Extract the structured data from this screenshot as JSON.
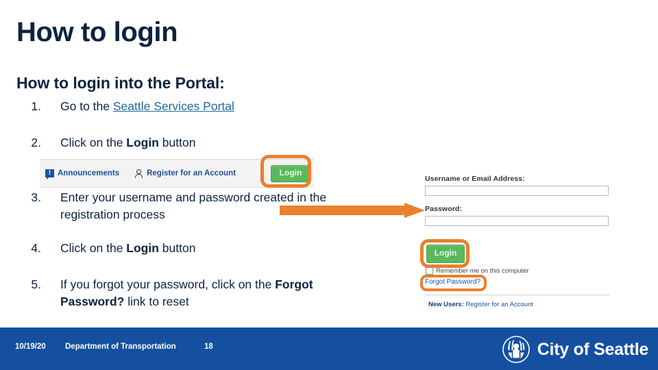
{
  "slide": {
    "title": "How to login",
    "body_heading": "How to login into the Portal:",
    "steps": [
      {
        "num": "1.",
        "pre": "Go to the ",
        "link": "Seattle Services Portal",
        "post": ""
      },
      {
        "num": "2.",
        "pre": "Click on the ",
        "bold": "Login",
        "post": " button"
      },
      {
        "num": "3.",
        "pre": "Enter your username and password created in the registration process",
        "bold": "",
        "post": ""
      },
      {
        "num": "4.",
        "pre": "Click on the ",
        "bold": "Login",
        "post": " button"
      },
      {
        "num": "5.",
        "pre": "If you forgot your password, click on the ",
        "bold": "Forgot Password?",
        "post": " link to reset"
      }
    ]
  },
  "toolbar_screenshot": {
    "announcements_label": "Announcements",
    "register_label": "Register for an Account",
    "login_button": "Login"
  },
  "login_form_screenshot": {
    "username_label": "Username or Email Address:",
    "username_value": "",
    "password_label": "Password:",
    "password_value": "",
    "login_button": "Login",
    "remember_label": "Remember me on this computer",
    "forgot_link": "Forgot Password?",
    "new_users_bold": "New Users:",
    "new_users_link": " Register for an Account"
  },
  "footer": {
    "date": "10/19/20",
    "department": "Department of Transportation",
    "page_number": "18",
    "logo_text": "City of Seattle"
  },
  "colors": {
    "navy": "#0c2340",
    "footer_blue": "#14509f",
    "link_blue": "#1f6b9e",
    "accent_orange": "#e8812d",
    "button_green": "#5cb85c",
    "accela_blue": "#1c4f9c"
  }
}
